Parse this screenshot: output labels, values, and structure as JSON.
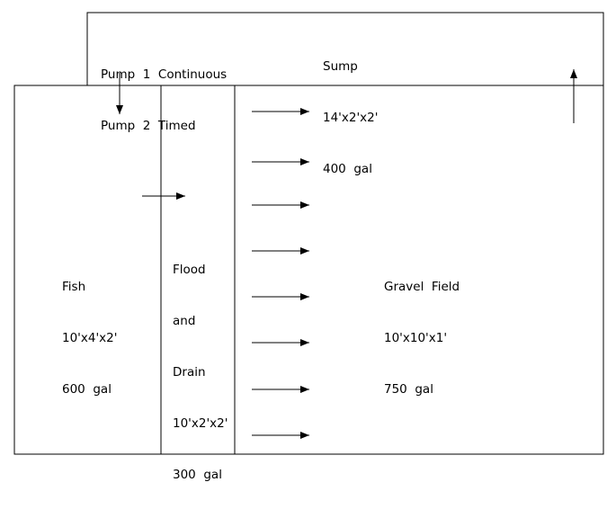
{
  "pumps": {
    "line1": "Pump  1  Continuous",
    "line2": "Pump  2  Timed"
  },
  "sump": {
    "name": "Sump",
    "dims": "14'x2'x2'",
    "volume": "400  gal"
  },
  "fish": {
    "name": "Fish",
    "dims": "10'x4'x2'",
    "volume": "600  gal"
  },
  "flood": {
    "name1": "Flood",
    "name2": "and",
    "name3": "Drain",
    "dims": "10'x2'x2'",
    "volume": "300  gal"
  },
  "gravel": {
    "name": "Gravel  Field",
    "dims": "10'x10'x1'",
    "volume": "750  gal"
  },
  "colors": {
    "line": "#000000",
    "background": "#ffffff"
  }
}
